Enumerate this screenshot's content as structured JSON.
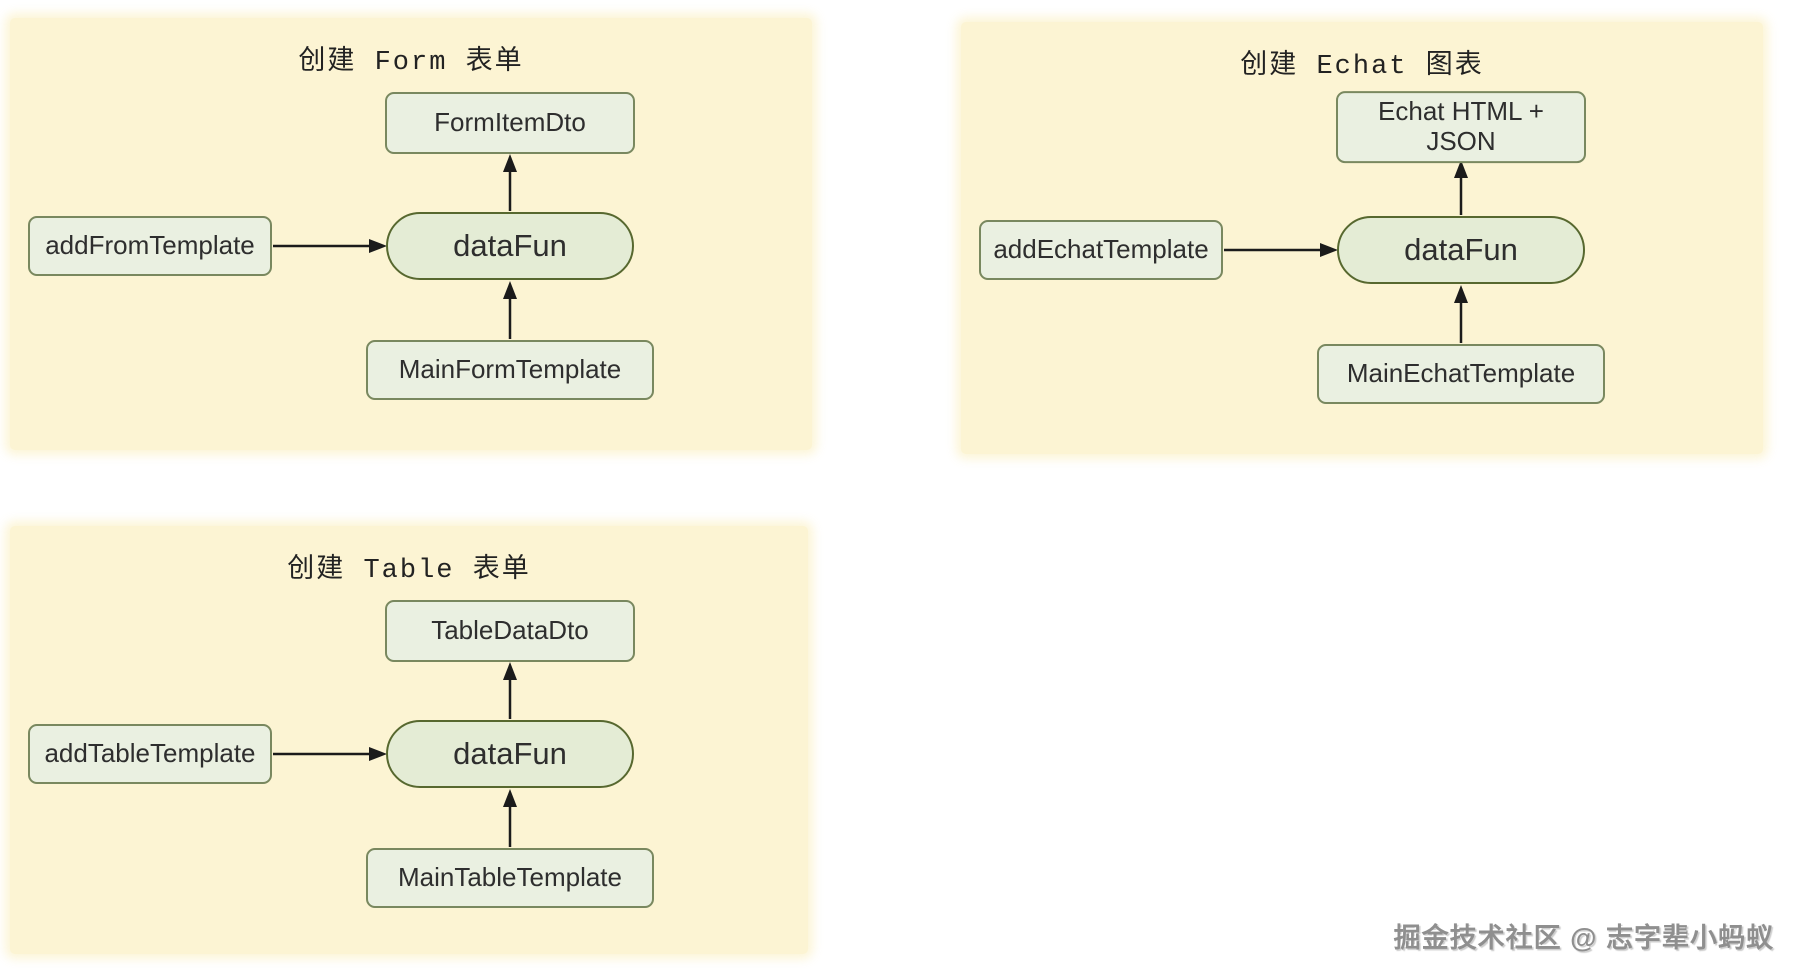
{
  "watermark": "掘金技术社区 @ 志字辈小蚂蚁",
  "colors": {
    "page_bg": "#ffffff",
    "panel_bg": "#fcf4d3",
    "node_fill": "#eaf0e1",
    "node_border": "#79885f",
    "pill_fill": "#e4ecd5",
    "pill_border": "#57682f",
    "arrow": "#1b1b1b",
    "text": "#2e2e2e",
    "watermark_text": "#8f8f8f"
  },
  "panels": [
    {
      "title": "创建 Form 表单",
      "nodes": {
        "top": "FormItemDto",
        "center": "dataFun",
        "left": "addFromTemplate",
        "bottom": "MainFormTemplate"
      }
    },
    {
      "title": "创建 Echat 图表",
      "nodes": {
        "top": "Echat HTML + JSON",
        "center": "dataFun",
        "left": "addEchatTemplate",
        "bottom": "MainEchatTemplate"
      }
    },
    {
      "title": "创建 Table 表单",
      "nodes": {
        "top": "TableDataDto",
        "center": "dataFun",
        "left": "addTableTemplate",
        "bottom": "MainTableTemplate"
      }
    }
  ]
}
